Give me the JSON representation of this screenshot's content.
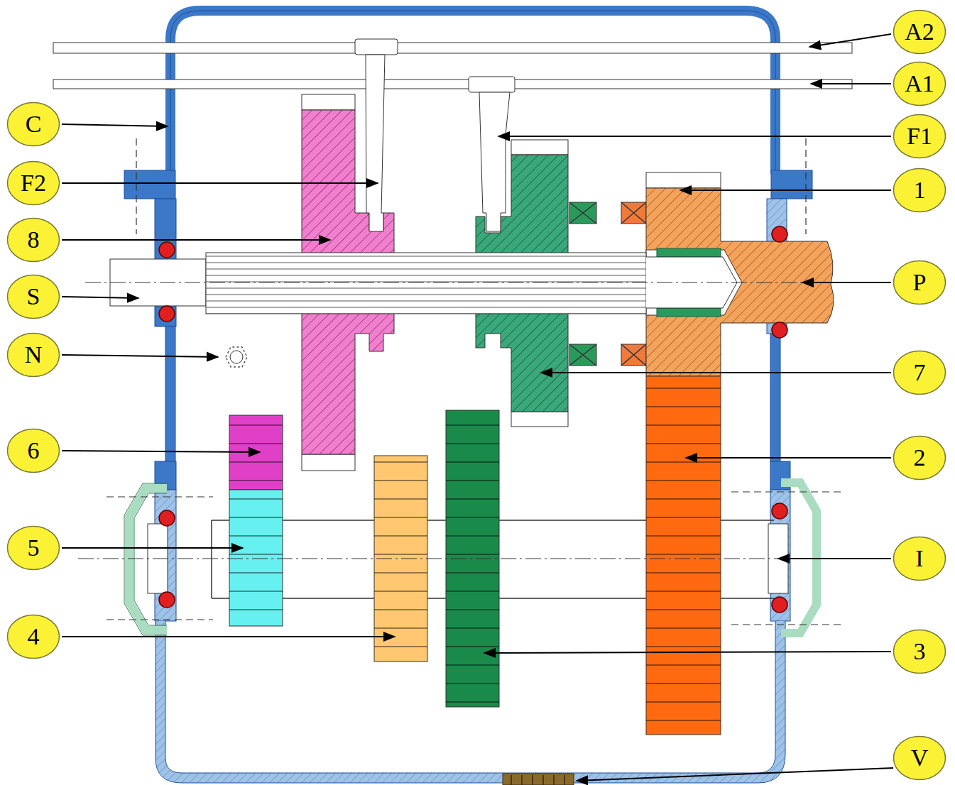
{
  "diagram": {
    "nodes": [
      {
        "text": [
          "A2"
        ]
      },
      {
        "text": [
          "A1"
        ]
      },
      {
        "text": [
          "C"
        ]
      },
      {
        "text": [
          "F1"
        ]
      },
      {
        "text": [
          "F2"
        ]
      },
      {
        "text": [
          "1"
        ]
      },
      {
        "text": [
          "8"
        ]
      },
      {
        "text": [
          "P"
        ]
      },
      {
        "text": [
          "S"
        ]
      },
      {
        "text": [
          "N"
        ]
      },
      {
        "text": [
          "7"
        ]
      },
      {
        "text": [
          "6"
        ]
      },
      {
        "text": [
          "2"
        ]
      },
      {
        "text": [
          "5"
        ]
      },
      {
        "text": [
          "I"
        ]
      },
      {
        "text": [
          "4"
        ]
      },
      {
        "text": [
          "3"
        ]
      },
      {
        "text": [
          "V"
        ]
      }
    ]
  }
}
